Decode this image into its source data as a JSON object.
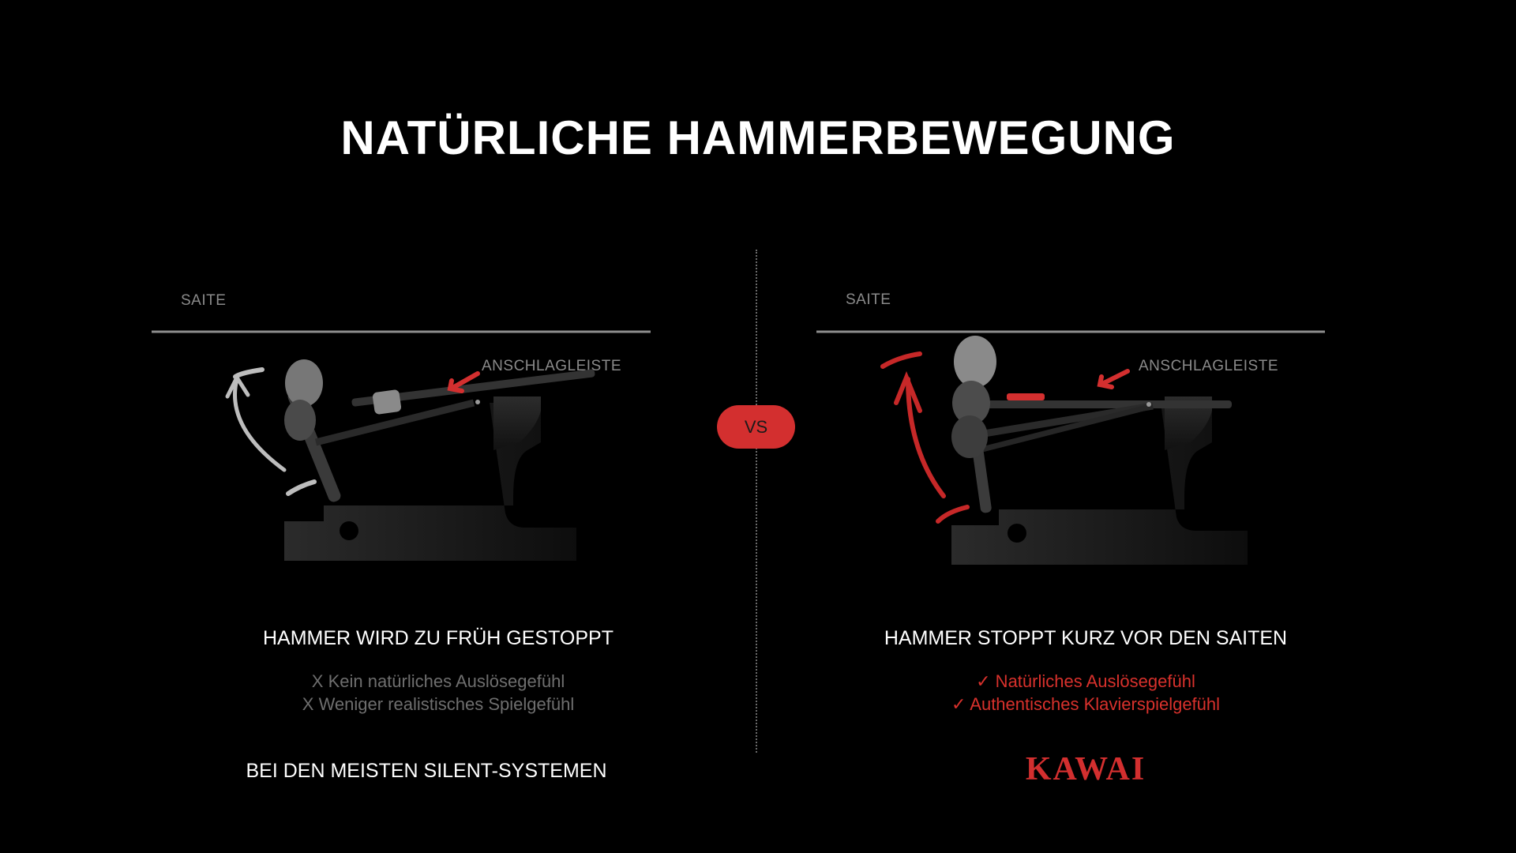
{
  "title": "NATÜRLICHE HAMMERBEWEGUNG",
  "vs_label": "VS",
  "left": {
    "string_label": "SAITE",
    "rail_label": "ANSCHLAGLEISTE",
    "heading": "HAMMER WIRD ZU FRÜH GESTOPPT",
    "points": [
      "X Kein natürliches Auslösegefühl",
      "X Weniger realistisches Spielgefühl"
    ],
    "footer": "BEI DEN MEISTEN SILENT-SYSTEMEN"
  },
  "right": {
    "string_label": "SAITE",
    "rail_label": "ANSCHLAGLEISTE",
    "heading": "HAMMER STOPPT KURZ VOR DEN SAITEN",
    "points": [
      "✓ Natürliches Auslösegefühl",
      "✓ Authentisches Klavierspielgefühl"
    ],
    "brand": "KAWAI"
  },
  "colors": {
    "accent": "#d32f2f",
    "background": "#000000",
    "muted": "#6e6e6e"
  }
}
